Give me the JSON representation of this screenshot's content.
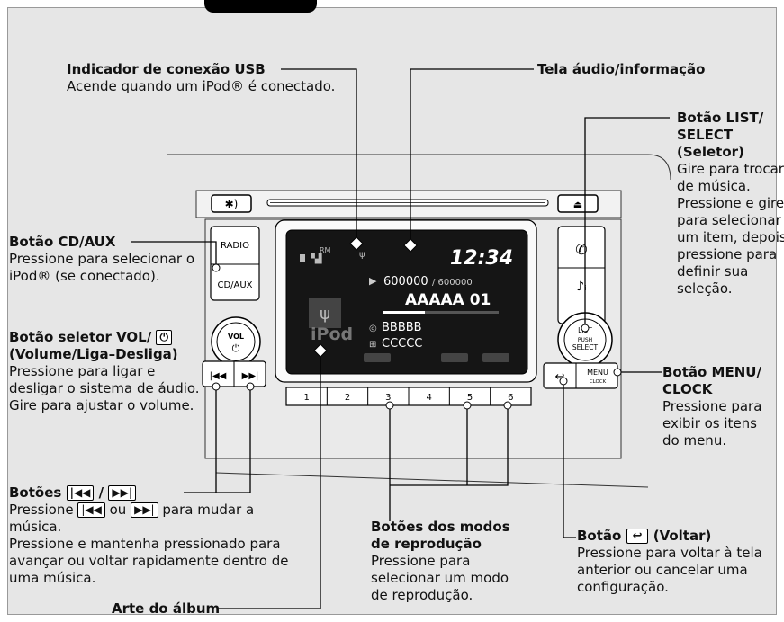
{
  "labels": {
    "usb_indicator": {
      "title": "Indicador de conexão USB",
      "desc": [
        "Acende quando um iPod® é conectado."
      ]
    },
    "audio_screen": {
      "title": "Tela áudio/informação"
    },
    "list_select": {
      "title": [
        "Botão LIST/",
        "SELECT",
        "(Seletor)"
      ],
      "desc": [
        "Gire para trocar",
        "de música.",
        "Pressione e gire",
        "para selecionar",
        "um item, depois",
        "pressione para",
        "definir sua",
        "seleção."
      ]
    },
    "cd_aux": {
      "title": "Botão CD/AUX",
      "desc": [
        "Pressione para selecionar o",
        "iPod® (se conectado)."
      ]
    },
    "vol": {
      "title": [
        "Botão seletor VOL/",
        "(Volume/Liga–Desliga)"
      ],
      "desc": [
        "Pressione para ligar e",
        "desligar o sistema de áudio.",
        "Gire para ajustar o volume."
      ]
    },
    "menu_clock": {
      "title": [
        "Botão MENU/",
        "CLOCK"
      ],
      "desc": [
        "Pressione para",
        "exibir os itens",
        "do menu."
      ]
    },
    "skip": {
      "title_prefix": "Botões",
      "title_sep": "/",
      "desc_a": "Pressione",
      "desc_b": "ou",
      "desc_c": "para mudar a",
      "desc_rest": [
        "música.",
        "Pressione e mantenha pressionado para",
        "avançar ou voltar rapidamente dentro de",
        "uma música."
      ]
    },
    "play_modes": {
      "title": [
        "Botões dos modos",
        "de reprodução"
      ],
      "desc": [
        "Pressione para",
        "selecionar um modo",
        "de reprodução."
      ]
    },
    "back": {
      "title_prefix": "Botão",
      "title_suffix": "(Voltar)",
      "desc": [
        "Pressione para voltar à tela",
        "anterior ou cancelar uma",
        "configuração."
      ]
    },
    "album_art": {
      "title": "Arte do álbum"
    }
  },
  "unit": {
    "radio_label": "RADIO",
    "cdaux_label": "CD/AUX",
    "vol_label": "VOL",
    "list_label": [
      "LIST",
      "PUSH",
      "SELECT"
    ],
    "menu_label": [
      "MENU",
      "CLOCK"
    ],
    "preset_numbers": [
      "1",
      "2",
      "3",
      "4",
      "5",
      "6"
    ]
  },
  "screen": {
    "time": "12:34",
    "track_counter": "600000",
    "track_total": "/ 600000",
    "track_title": "AAAAA 01",
    "artist": "BBBBB",
    "album": "CCCCC",
    "source": "iPod",
    "signal_text": "RM"
  },
  "colors": {
    "screen_bg": "#151515",
    "screen_text": "#ffffff",
    "screen_dim": "#9a9a9a",
    "panel_bg": "#e6e6e6",
    "leader": "#000000"
  }
}
